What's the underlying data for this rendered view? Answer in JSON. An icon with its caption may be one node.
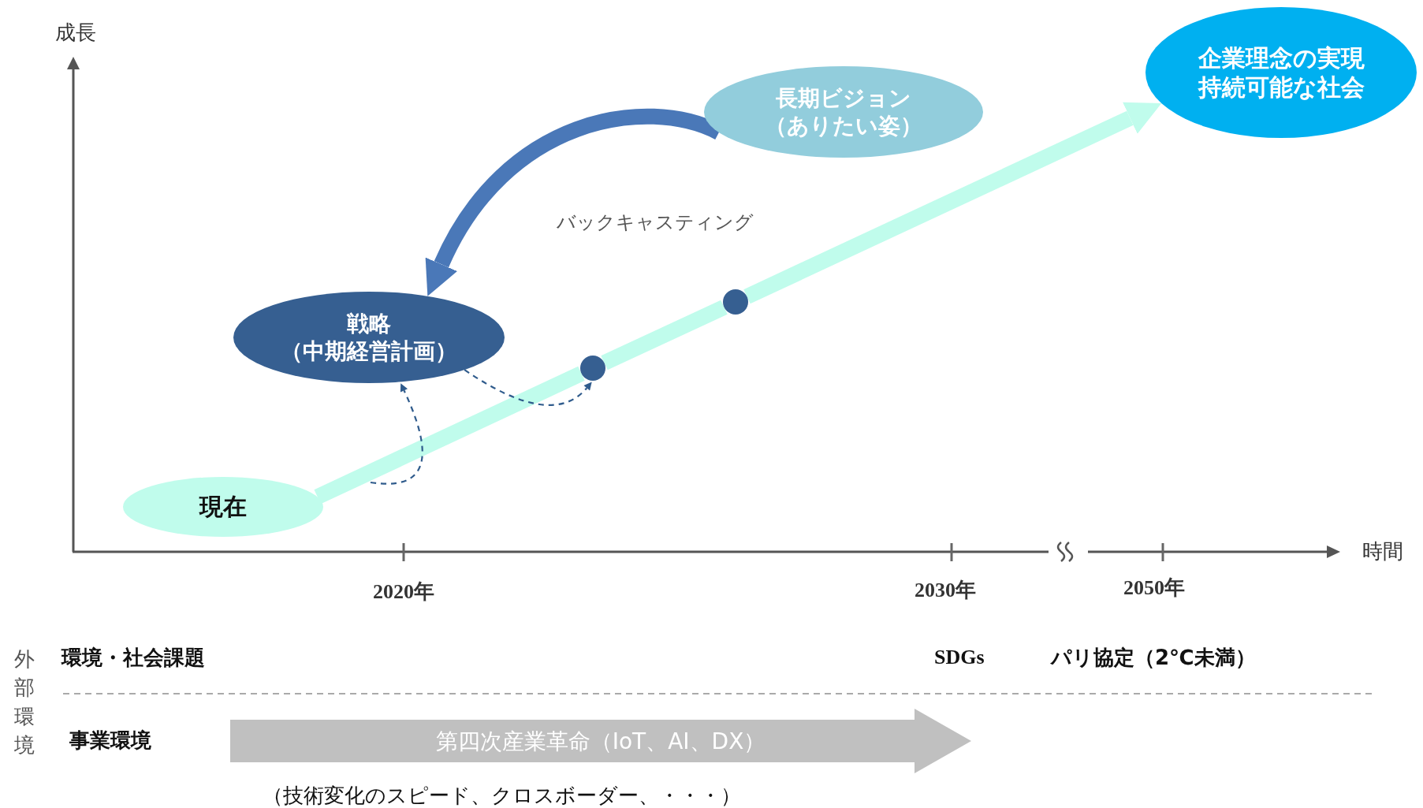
{
  "diagram": {
    "nodes": [
      {
        "text": [
          "現在"
        ]
      },
      {
        "text": [
          "戦略",
          "（中期経営計画）"
        ]
      },
      {
        "text": [
          "長期ビジョン",
          "（ありたい姿）"
        ]
      },
      {
        "text": [
          "企業理念の実現",
          "持続可能な社会"
        ]
      },
      {
        "text": [],
        "shape": "circle"
      },
      {
        "text": [],
        "shape": "circle"
      },
      {
        "text": [
          "第四次産業革命（IoT、AI、DX）"
        ],
        "beside": [
          "（技術変化のスピード、クロスボーダー、・・・）"
        ]
      }
    ],
    "edges": [
      {
        "from": 0,
        "to": 4,
        "arrow": "none"
      },
      {
        "from": 4,
        "to": 5,
        "arrow": "none"
      },
      {
        "from": 5,
        "to": 3,
        "arrow": "to"
      },
      {
        "from": 2,
        "to": 1,
        "arrow": "to",
        "label": "バックキャスティング",
        "color": "#4a78b8"
      },
      {
        "from": null,
        "to": 1,
        "arrow": "to",
        "style": "dashed",
        "color": "#2f5b8c"
      },
      {
        "from": 1,
        "to": 4,
        "arrow": "to",
        "style": "dashed",
        "color": "#2f5b8c"
      }
    ],
    "labels": [
      "成長",
      "時間",
      "2020年",
      "2030年",
      "2050年",
      "外部環境",
      "環境・社会課題",
      "SDGs",
      "パリ協定（2℃未満）",
      "事業環境"
    ]
  }
}
